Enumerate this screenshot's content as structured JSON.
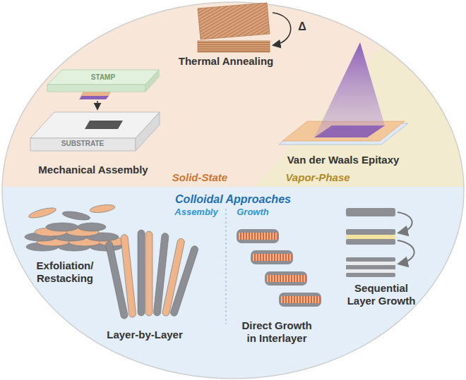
{
  "diagram": {
    "nodes": [
      {
        "text": [
          "Solid-State"
        ]
      },
      {
        "text": [
          "STAMP"
        ],
        "in": 0
      },
      {
        "text": [
          "SUBSTRATE"
        ],
        "in": 0
      },
      {
        "text": [
          "Vapor-Phase"
        ]
      },
      {
        "text": [
          "Colloidal Approaches"
        ]
      }
    ],
    "labels": [
      "Thermal Annealing",
      "Δ",
      "Mechanical Assembly",
      "Van der Waals Epitaxy",
      "Assembly",
      "Growth",
      "Exfoliation/ Restacking",
      "Layer-by-Layer",
      "Direct Growth in Interlayer",
      "Sequential Layer Growth"
    ]
  }
}
